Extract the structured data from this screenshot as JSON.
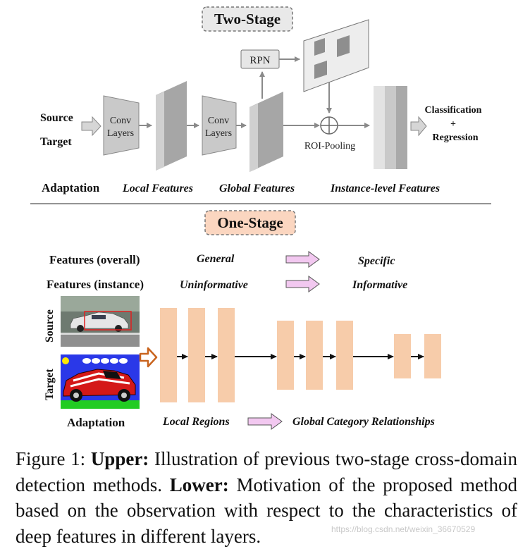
{
  "upper": {
    "title": "Two-Stage",
    "source_label": "Source",
    "target_label": "Target",
    "conv1_line1": "Conv",
    "conv1_line2": "Layers",
    "conv2_line1": "Conv",
    "conv2_line2": "Layers",
    "rpn_label": "RPN",
    "roi_label": "ROI-Pooling",
    "output_line1": "Classification",
    "output_line2": "+",
    "output_line3": "Regression",
    "adaptation_label": "Adaptation",
    "local_features": "Local Features",
    "global_features": "Global Features",
    "instance_features": "Instance-level Features"
  },
  "lower": {
    "title": "One-Stage",
    "features_overall_label": "Features (overall)",
    "features_overall_from": "General",
    "features_overall_to": "Specific",
    "features_instance_label": "Features (instance)",
    "features_instance_from": "Uninformative",
    "features_instance_to": "Informative",
    "source_label": "Source",
    "target_label": "Target",
    "adaptation_label": "Adaptation",
    "local_regions": "Local Regions",
    "global_relationships": "Global Category Relationships"
  },
  "caption": {
    "prefix": "Figure 1: ",
    "upper_label": "Upper:",
    "upper_text": " Illustration of previous two-stage cross-domain detection methods. ",
    "lower_label": "Lower:",
    "lower_text": " Motivation of the proposed method based on the observation with respect to the characteristics of deep features in different layers."
  },
  "watermark": "https://blog.csdn.net/weixin_36670529",
  "colors": {
    "feature_block": "#f7ccaa",
    "one_stage_title_bg": "#fbd6c0",
    "two_stage_title_bg": "#e9e9e9",
    "pink_arrow": "#f2c8f0",
    "orange_arrow": "#c9641e",
    "conv_gray": "#c8c8c8",
    "arrow_gray": "#8a8a8a"
  }
}
